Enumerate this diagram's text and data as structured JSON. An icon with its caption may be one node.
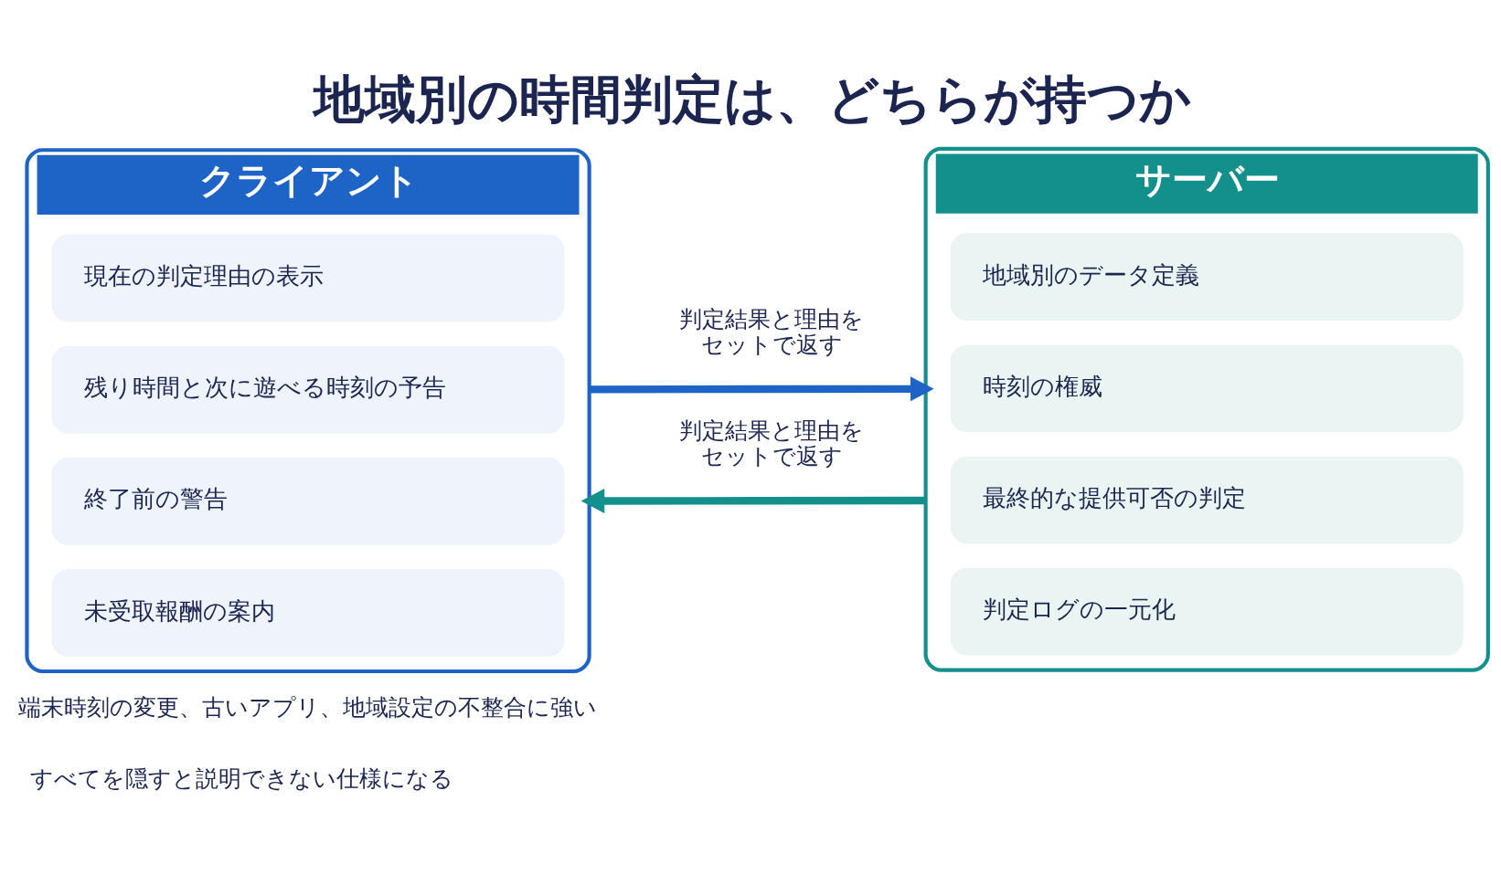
{
  "diagram": {
    "title": "地域別の時間判定は、どちらが持つか",
    "nodes": [
      {
        "text": [
          "クライアント"
        ]
      },
      {
        "text": [
          "現在の判定理由の表示"
        ],
        "in": 0
      },
      {
        "text": [
          "残り時間と次に遊べる時刻の予告"
        ],
        "in": 0
      },
      {
        "text": [
          "終了前の警告"
        ],
        "in": 0
      },
      {
        "text": [
          "未受取報酬の案内"
        ],
        "in": 0
      },
      {
        "text": [
          "サーバー"
        ]
      },
      {
        "text": [
          "地域別のデータ定義"
        ],
        "in": 5
      },
      {
        "text": [
          "時刻の権威"
        ],
        "in": 5
      },
      {
        "text": [
          "最終的な提供可否の判定"
        ],
        "in": 5
      },
      {
        "text": [
          "判定ログの一元化"
        ],
        "in": 5
      }
    ],
    "edges": [
      {
        "from": 0,
        "to": 5,
        "arrow": "to",
        "label": "判定結果と理由をセットで返す",
        "color": "#1e63c6"
      },
      {
        "from": 5,
        "to": 0,
        "arrow": "to",
        "label": "判定結果と理由をセットで返す",
        "color": "#14908c"
      }
    ],
    "labels": [
      "端末時刻の変更、古いアプリ、地域設定の不整合に強い",
      "すべてを隠すと説明できない仕様になる"
    ]
  }
}
